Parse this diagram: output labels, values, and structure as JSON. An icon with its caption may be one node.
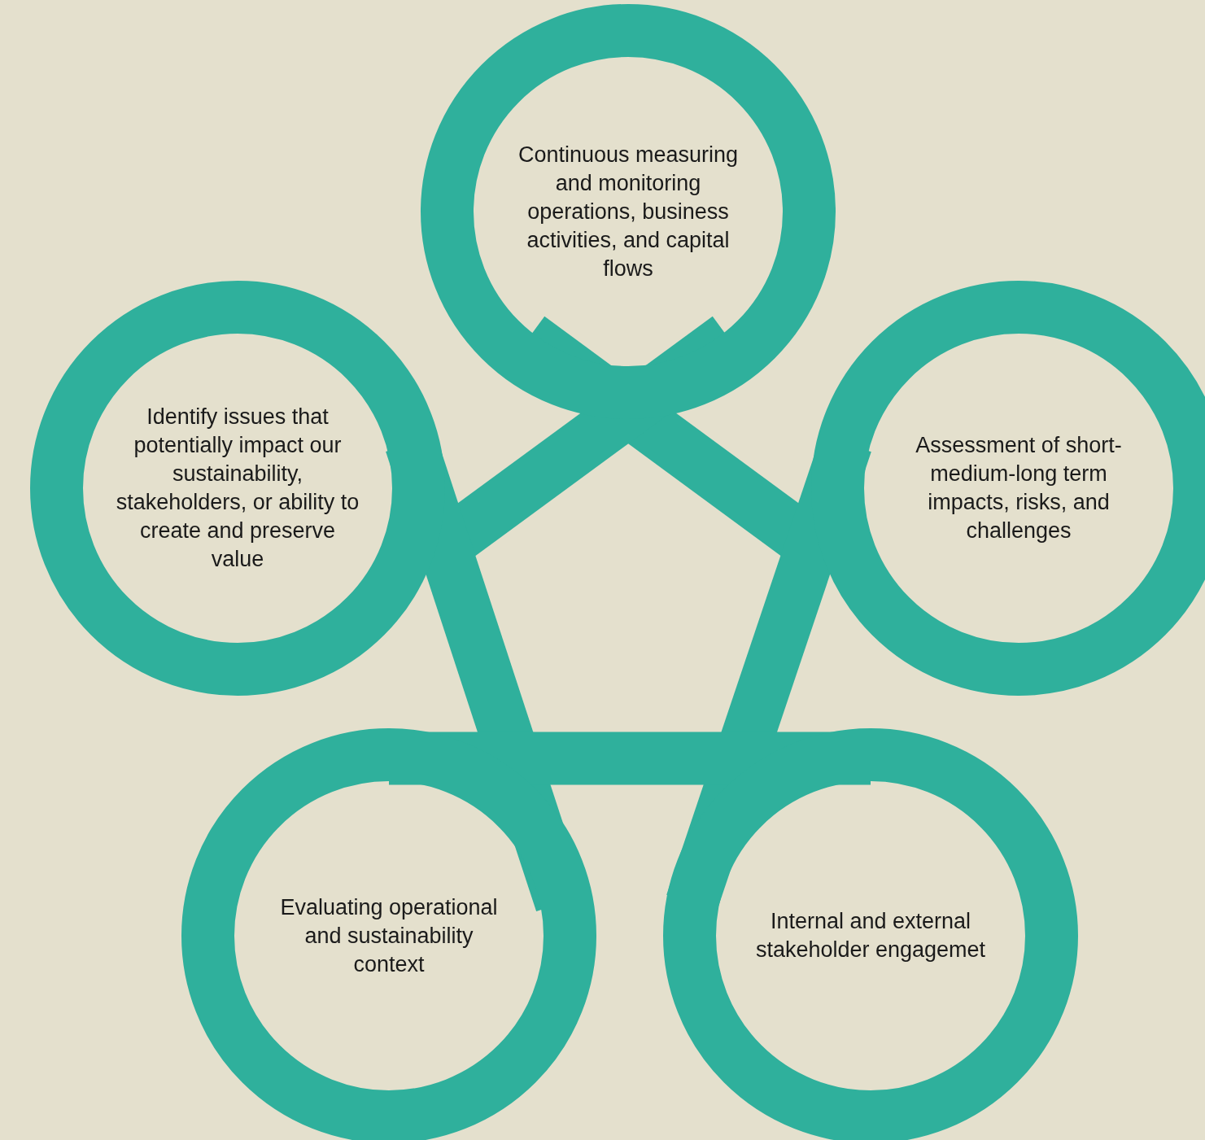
{
  "diagram": {
    "nodes": [
      {
        "text": [
          "Continuous measuring and monitoring operations, business activities, and capital flows"
        ]
      },
      {
        "text": [
          "Identify issues that potentially impact our sustainability, stakeholders, or ability to create and preserve value"
        ]
      },
      {
        "text": [
          "Assessment of short-medium-long term impacts, risks, and challenges"
        ]
      },
      {
        "text": [
          "Evaluating operational and sustainability context"
        ]
      },
      {
        "text": [
          "Internal and external stakeholder engagemet"
        ]
      }
    ]
  }
}
